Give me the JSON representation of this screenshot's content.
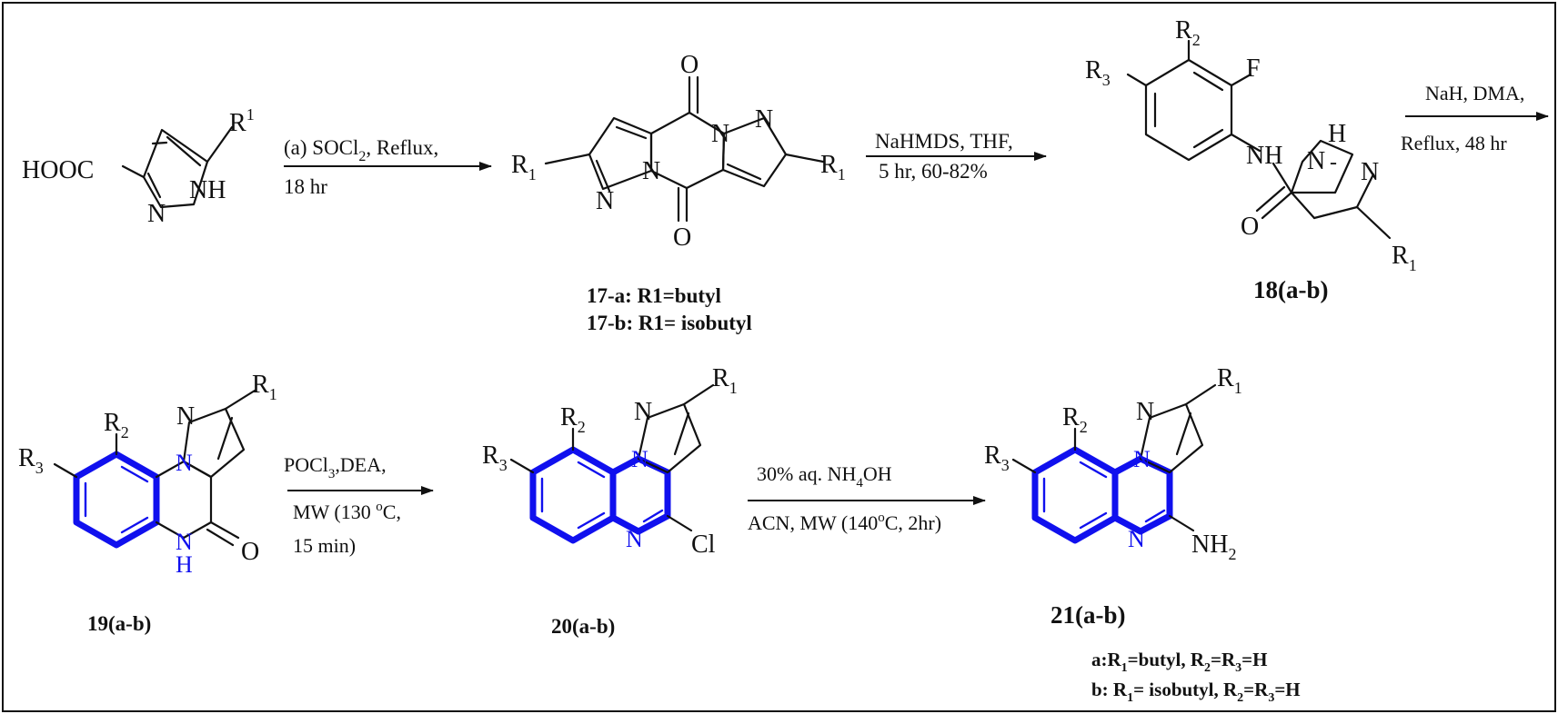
{
  "scheme": {
    "step1": {
      "line1_a": "(a) SOCl",
      "line1_sub": "2",
      "line1_b": ", Reflux,",
      "line2": "18 hr"
    },
    "step2": {
      "line1": "NaHMDS, THF,",
      "line2": "5 hr, 60-82%"
    },
    "step3": {
      "line1": "NaH, DMA,",
      "line2": "Reflux, 48 hr"
    },
    "step4": {
      "line1_a": "POCl",
      "line1_sub": "3",
      "line1_b": ",DEA,",
      "line2_a": "MW (130 ",
      "line2_sup": "o",
      "line2_b": "C,",
      "line3": "15 min)"
    },
    "step5": {
      "line1_a": "30% aq. NH",
      "line1_sub": "4",
      "line1_b": "OH",
      "line2_a": "ACN, MW (140",
      "line2_sup": "o",
      "line2_b": "C, 2hr)"
    }
  },
  "compounds": {
    "start": {
      "hooc": "HOOC",
      "n": "N",
      "nh": "NH",
      "r": "R",
      "r_sup": "1"
    },
    "c17": {
      "o": "O",
      "r": "R",
      "r_sub": "1",
      "n": "N",
      "label_a": "17-a: R1=butyl",
      "label_b": "17-b: R1= isobutyl"
    },
    "c18": {
      "r2": "R",
      "r2_sub": "2",
      "r3": "R",
      "r3_sub": "3",
      "f": "F",
      "nh_amide": "NH",
      "o": "O",
      "h": "H",
      "n": "N",
      "r1": "R",
      "r1_sub": "1",
      "label": "18(a-b)"
    },
    "c19": {
      "r1": "R",
      "r1_sub": "1",
      "r2": "R",
      "r2_sub": "2",
      "r3": "R",
      "r3_sub": "3",
      "n": "N",
      "h": "H",
      "o": "O",
      "label": "19(a-b)"
    },
    "c20": {
      "r1": "R",
      "r1_sub": "1",
      "r2": "R",
      "r2_sub": "2",
      "r3": "R",
      "r3_sub": "3",
      "n": "N",
      "cl": "Cl",
      "label": "20(a-b)"
    },
    "c21": {
      "r1": "R",
      "r1_sub": "1",
      "r2": "R",
      "r2_sub": "2",
      "r3": "R",
      "r3_sub": "3",
      "n": "N",
      "nh2_a": "NH",
      "nh2_sub": "2",
      "label": "21(a-b)",
      "note_a": {
        "p1": "a:R",
        "s1": "1",
        "p2": "=butyl, R",
        "s2": "2",
        "p3": "=R",
        "s3": "3",
        "p4": "=H"
      },
      "note_b": {
        "p1": "b: R",
        "s1": "1",
        "p2": "= isobutyl, R",
        "s2": "2",
        "p3": "=R",
        "s3": "3",
        "p4": "=H"
      }
    }
  }
}
